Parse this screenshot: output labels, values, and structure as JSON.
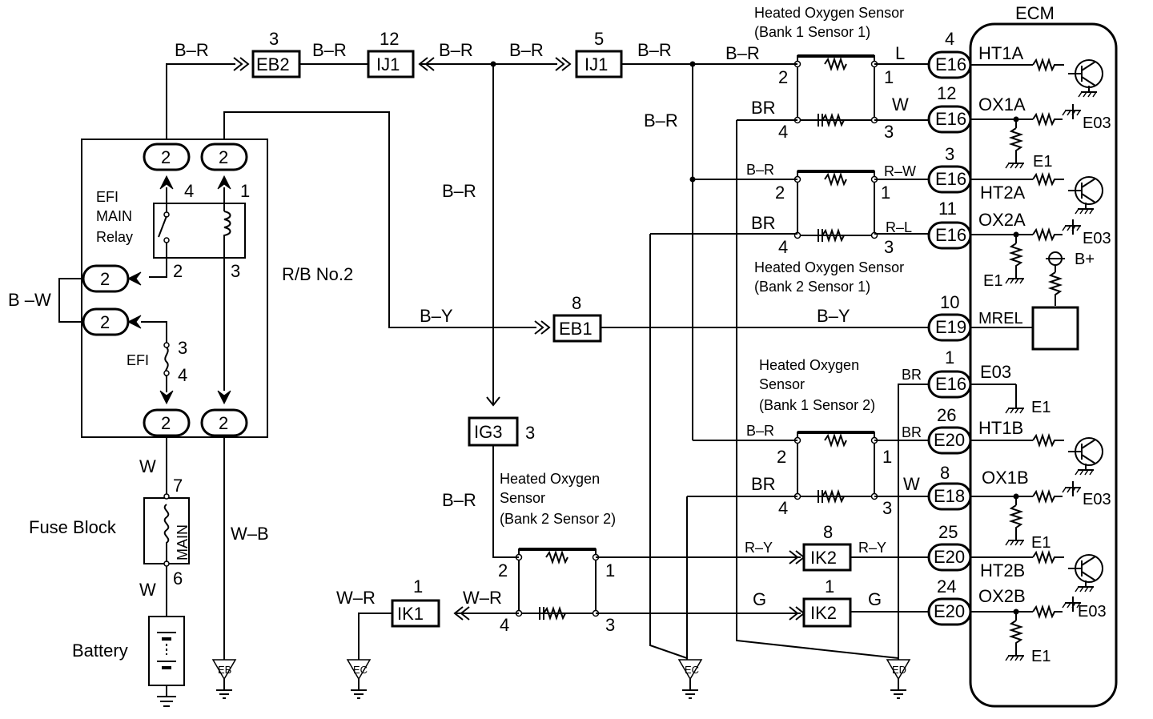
{
  "ecm": {
    "title": "ECM",
    "pins": [
      {
        "id": "HT1A",
        "num": "4",
        "conn": "E16",
        "label": "HT1A"
      },
      {
        "id": "OX1A",
        "num": "12",
        "conn": "E16",
        "label": "OX1A"
      },
      {
        "id": "HT2A",
        "num": "3",
        "conn": "E16",
        "label": "HT2A"
      },
      {
        "id": "OX2A",
        "num": "11",
        "conn": "E16",
        "label": "OX2A"
      },
      {
        "id": "MREL",
        "num": "10",
        "conn": "E19",
        "label": "MREL"
      },
      {
        "id": "E03",
        "num": "1",
        "conn": "E16",
        "label": "E03"
      },
      {
        "id": "HT1B",
        "num": "26",
        "conn": "E20",
        "label": "HT1B"
      },
      {
        "id": "OX1B",
        "num": "8",
        "conn": "E18",
        "label": "OX1B"
      },
      {
        "id": "HT2B",
        "num": "25",
        "conn": "E20",
        "label": "HT2B"
      },
      {
        "id": "OX2B",
        "num": "24",
        "conn": "E20",
        "label": "OX2B"
      }
    ],
    "grounds": {
      "e03": "E03",
      "e1": "E1",
      "bplus": "B+"
    }
  },
  "sensors": {
    "b1s1": {
      "line1": "Heated Oxygen Sensor",
      "line2": "(Bank 1 Sensor 1)"
    },
    "b2s1": {
      "line1": "Heated Oxygen Sensor",
      "line2": "(Bank 2 Sensor 1)"
    },
    "b1s2": {
      "line1": "Heated Oxygen",
      "line2": "Sensor",
      "line3": "(Bank 1 Sensor 2)"
    },
    "b2s2": {
      "line1": "Heated Oxygen",
      "line2": "Sensor",
      "line3": "(Bank 2 Sensor 2)"
    }
  },
  "pin_numbers": {
    "p1": "1",
    "p2": "2",
    "p3": "3",
    "p4": "4"
  },
  "relay_box": {
    "name": "R/B No.2",
    "relay_lines": [
      "EFI",
      "MAIN",
      "Relay"
    ],
    "efi_fuse": "EFI",
    "connector_num": "2",
    "pins": {
      "p4": "4",
      "p1": "1",
      "p2": "2",
      "p3": "3",
      "efi3": "3",
      "efi4": "4"
    }
  },
  "fuse_block": {
    "name": "Fuse Block",
    "fuse": "MAIN",
    "pin_top": "7",
    "pin_bottom": "6"
  },
  "battery": {
    "name": "Battery"
  },
  "connectors": {
    "eb2": {
      "name": "EB2",
      "num": "3"
    },
    "ij1a": {
      "name": "IJ1",
      "num": "12"
    },
    "ij1b": {
      "name": "IJ1",
      "num": "5"
    },
    "eb1": {
      "name": "EB1",
      "num": "8"
    },
    "ig3": {
      "name": "IG3",
      "num": "3"
    },
    "ik1": {
      "name": "IK1",
      "num": "1"
    },
    "ik2a": {
      "name": "IK2",
      "num": "8"
    },
    "ik2b": {
      "name": "IK2",
      "num": "1"
    }
  },
  "wires": {
    "br_red": "B–R",
    "by": "B–Y",
    "bw": "B –W",
    "w": "W",
    "wb": "W–B",
    "l": "L",
    "br": "BR",
    "rw": "R–W",
    "rl": "R–L",
    "ry": "R–Y",
    "g": "G",
    "wr": "W–R"
  },
  "grounds": {
    "eb": "EB",
    "ec": "EC",
    "ed": "ED"
  }
}
